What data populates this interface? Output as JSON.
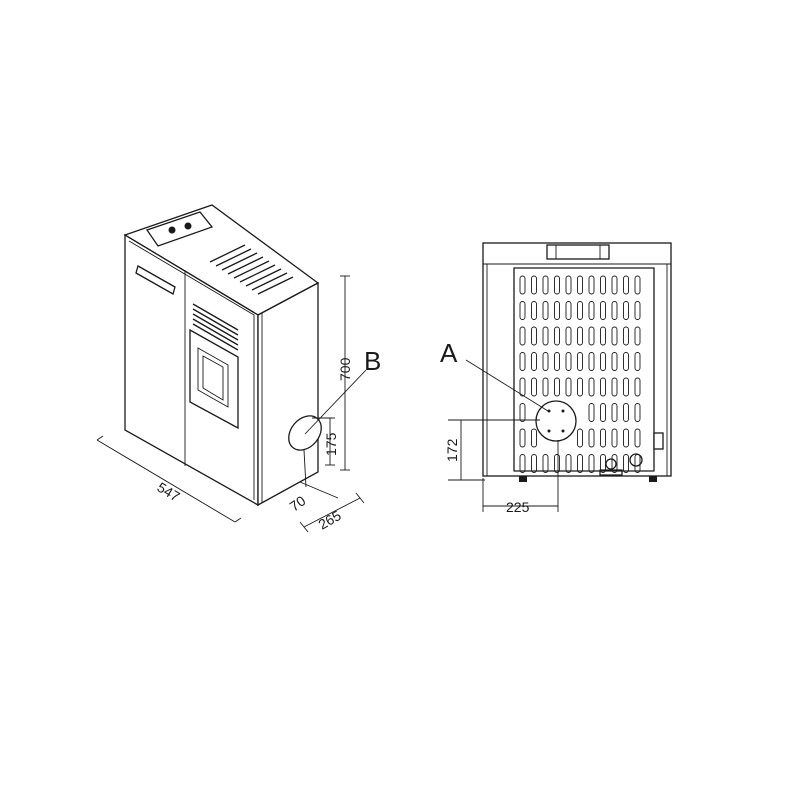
{
  "front_view": {
    "dimensions": {
      "width": "547",
      "height": "700",
      "outlet_height": "175",
      "outlet_offset": "70",
      "depth": "265"
    },
    "callout": "B"
  },
  "rear_view": {
    "dimensions": {
      "outlet_height": "172",
      "outlet_offset": "225"
    },
    "callout": "A"
  }
}
